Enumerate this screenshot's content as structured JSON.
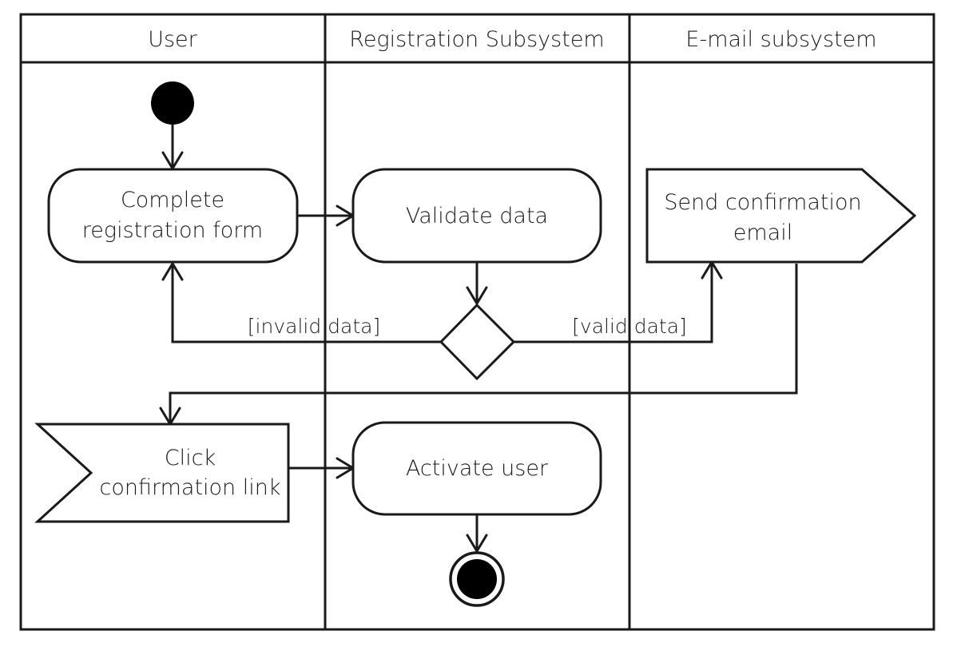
{
  "lanes": [
    {
      "title": "User"
    },
    {
      "title": "Registration Subsystem"
    },
    {
      "title": "E-mail subsystem"
    }
  ],
  "nodes": {
    "complete_form": {
      "line1": "Complete",
      "line2": "registration form"
    },
    "validate": {
      "label": "Validate data"
    },
    "send_email": {
      "line1": "Send confirmation",
      "line2": "email"
    },
    "click_link": {
      "line1": "Click",
      "line2": "confirmation link"
    },
    "activate": {
      "label": "Activate user"
    }
  },
  "guards": {
    "invalid": "[invalid data]",
    "valid": "[valid data]"
  }
}
